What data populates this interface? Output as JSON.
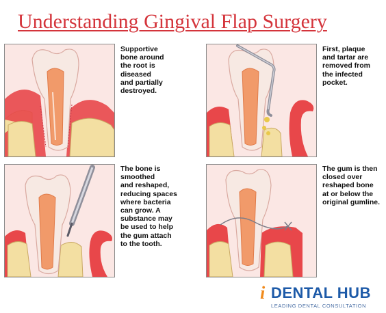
{
  "title": "Understanding Gingival Flap Surgery",
  "steps": [
    {
      "caption": "Supportive\nbone around\nthe root is\ndiseased\nand partially\ndestroyed."
    },
    {
      "caption": "First, plaque\nand tartar are\nremoved from\nthe infected\npocket."
    },
    {
      "caption": "The bone is\nsmoothed\nand reshaped,\nreducing spaces\nwhere bacteria\ncan grow. A\nsubstance may\nbe used to help\nthe gum attach\nto the tooth."
    },
    {
      "caption": "The gum is then\nclosed over\nreshaped bone\nat or below the\noriginal gumline."
    }
  ],
  "logo": {
    "mark": "i",
    "name": "DENTAL HUB",
    "tagline": "LEADING DENTAL CONSULTATION"
  },
  "colors": {
    "title": "#d4343b",
    "gum": "#e8474a",
    "bone": "#f3dfa2",
    "tooth": "#f7e9e3",
    "pulp": "#f19a6a",
    "brand": "#1d5aa8",
    "brand_accent": "#f08a1c"
  }
}
